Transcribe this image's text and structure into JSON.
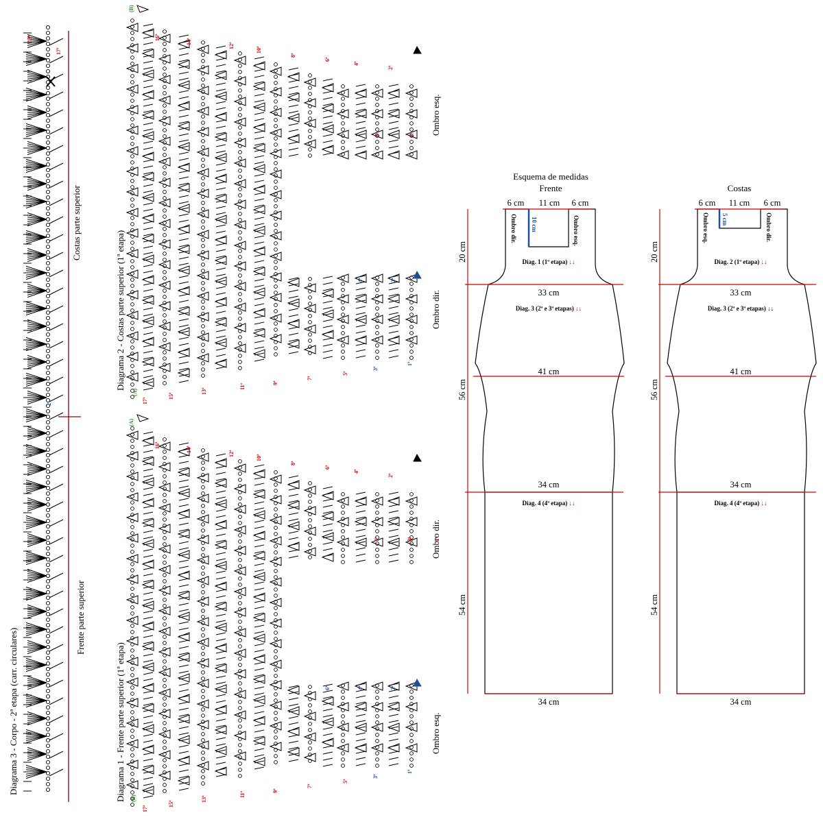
{
  "diagram3": {
    "title": "Diagrama 3 - Corpo - 2ª etapa (carr. circulares)",
    "label_back": "Costas parte superior",
    "label_front": "Frente parte superior",
    "row_labels": [
      "18ª",
      "17ª",
      "2ª"
    ]
  },
  "diagram2": {
    "title": "Diagrama 2 - Costas parte superior (1ª etapa)",
    "shoulder_left": "Ombro esq.",
    "shoulder_right": "Ombro dir.",
    "marker_top": "(B)",
    "marker_bottom": "(A)",
    "rows_top": [
      "16ª",
      "14ª",
      "12ª",
      "10ª",
      "8ª",
      "6ª",
      "4ª",
      "2ª",
      "3ª",
      "1ª"
    ],
    "rows_bottom": [
      "17ª",
      "15ª",
      "13ª",
      "11ª",
      "9ª",
      "7ª",
      "5ª",
      "3ª",
      "1ª"
    ],
    "rows_mid": [
      "4ª",
      "2ª"
    ]
  },
  "diagram1": {
    "title": "Diagrama 1 - Frente parte superior (1ª etapa)",
    "shoulder_right": "Ombro dir.",
    "shoulder_left": "Ombro esq.",
    "marker_top": "(A)",
    "marker_bottom": "(B)",
    "rows_top": [
      "16ª",
      "14ª",
      "12ª",
      "10ª",
      "8ª",
      "6ª",
      "4ª",
      "2ª",
      "7ª",
      "5ª",
      "3ª",
      "1ª"
    ],
    "rows_bottom": [
      "17ª",
      "15ª",
      "13ª",
      "11ª",
      "9ª",
      "7ª",
      "5ª",
      "3ª",
      "1ª"
    ],
    "rows_mid": [
      "6ª",
      "4ª",
      "2ª"
    ]
  },
  "schema": {
    "title": "Esquema de medidas",
    "front": {
      "title": "Frente",
      "top_widths": [
        "6 cm",
        "11 cm",
        "6 cm"
      ],
      "neck_depth": "10 cm",
      "shoulder_left": "Ombro dir.",
      "shoulder_right": "Ombro esq.",
      "diag_top": "Diag. 1 (1ª etapa)",
      "diag_mid": "Diag. 3 (2ª e 3ª etapas)",
      "diag_bottom": "Diag. 4 (4ª etapa)",
      "arrows": "↓↓",
      "widths": [
        "33 cm",
        "41 cm",
        "34 cm",
        "34 cm"
      ],
      "heights": [
        "20 cm",
        "56 cm",
        "54 cm"
      ]
    },
    "back": {
      "title": "Costas",
      "top_widths": [
        "6 cm",
        "11 cm",
        "6 cm"
      ],
      "neck_depth": "5 cm",
      "shoulder_left": "Ombro esq.",
      "shoulder_right": "Ombro dir.",
      "diag_top": "Diag. 2 (1ª etapa)",
      "diag_mid": "Diag. 3 (2ª e 3ª etapas)",
      "diag_bottom": "Diag. 4 (4ª etapa)",
      "arrows": "↓↓",
      "widths": [
        "33 cm",
        "41 cm",
        "34 cm",
        "34 cm"
      ],
      "heights": [
        "20 cm",
        "56 cm",
        "54 cm"
      ]
    }
  },
  "colors": {
    "red": "#d40000",
    "blue": "#1f4e9c",
    "green": "#2e8b2e",
    "line": "#000000"
  }
}
